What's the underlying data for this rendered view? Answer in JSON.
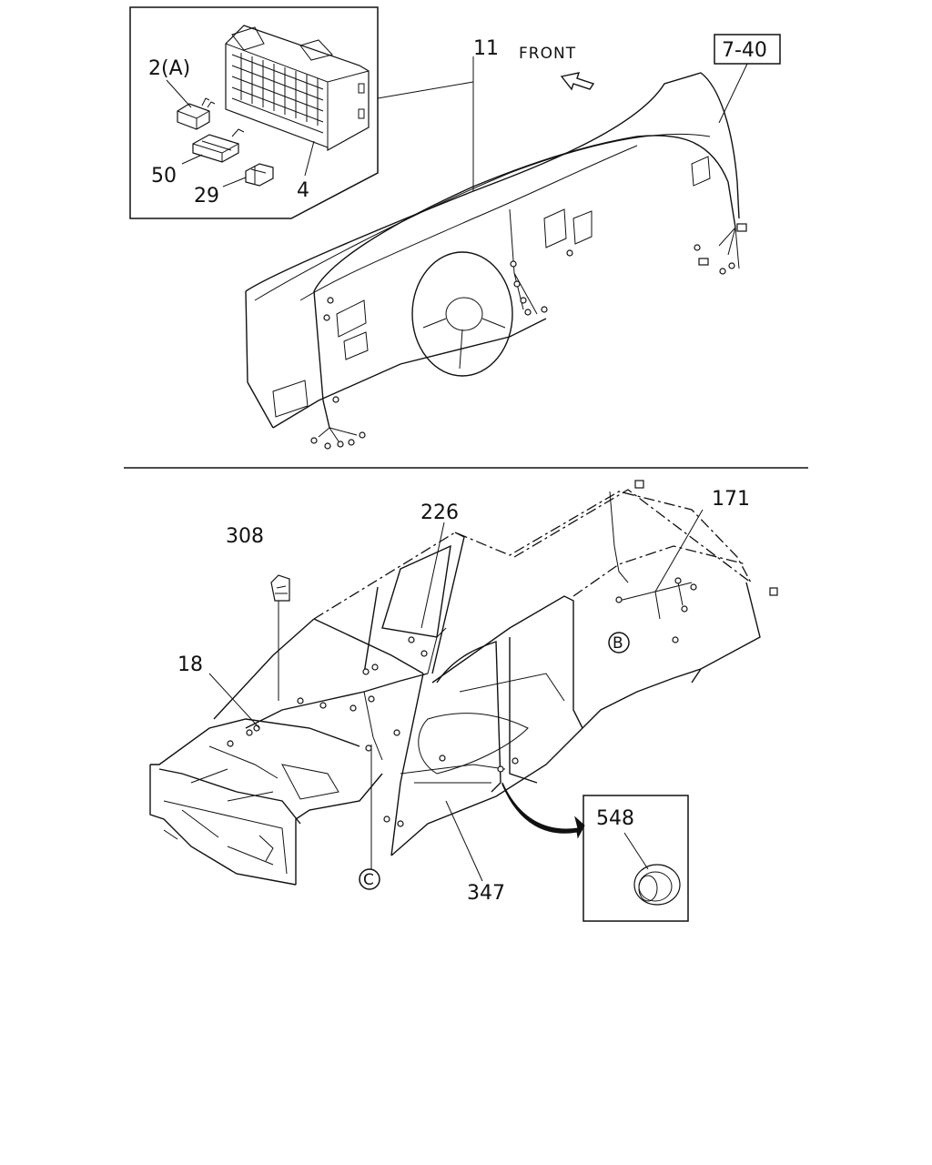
{
  "callouts": {
    "relay": "2(A)",
    "harness_dash": "11",
    "front": "FRONT",
    "ref_page": "7-40",
    "fuse": "50",
    "clip": "29",
    "fuse_box": "4",
    "harness_roof": "226",
    "harness_rear": "171",
    "bracket": "308",
    "harness_body": "18",
    "grommet": "548",
    "harness_floor": "347",
    "ref_b": "B",
    "ref_c": "C"
  }
}
